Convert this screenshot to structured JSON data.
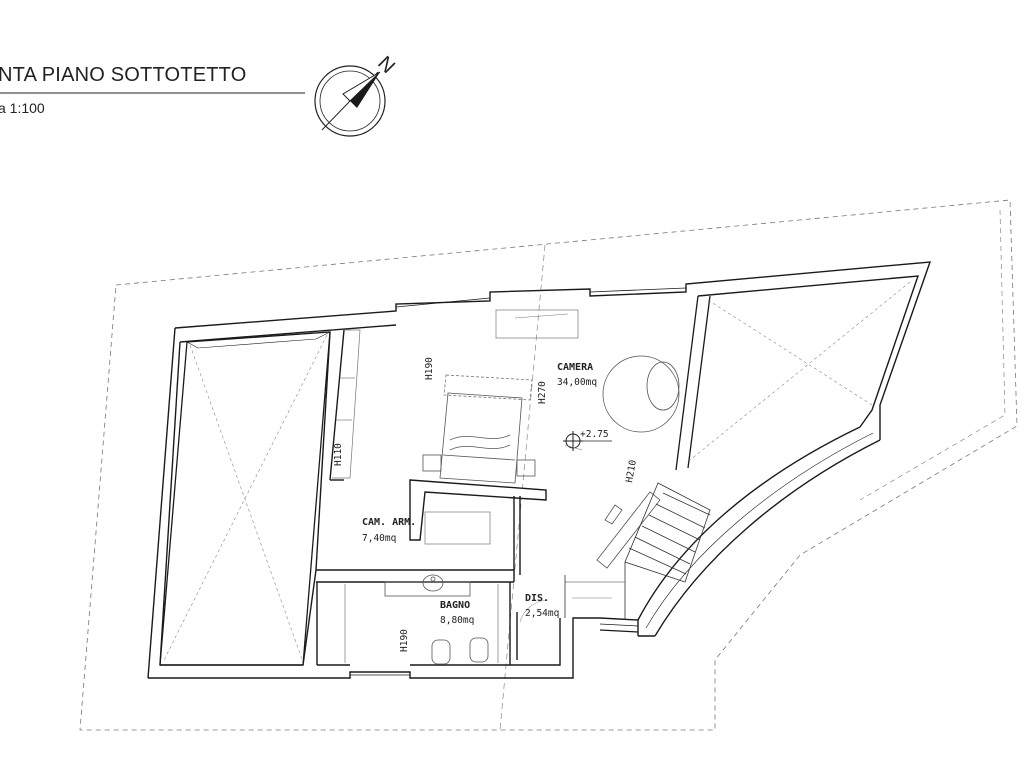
{
  "header": {
    "title": "NTA PIANO SOTTOTETTO",
    "scale": "a 1:100",
    "north_label": "N"
  },
  "rooms": {
    "camera": {
      "name": "CAMERA",
      "area": "34,00mq"
    },
    "cam_arm": {
      "name": "CAM. ARM.",
      "area": "7,40mq"
    },
    "bagno": {
      "name": "BAGNO",
      "area": "8,80mq"
    },
    "dis": {
      "name": "DIS.",
      "area": "2,54mq"
    }
  },
  "heights": {
    "h190_top": "H190",
    "h270": "H270",
    "h110": "H110",
    "h210": "H210",
    "h190_bath": "H190"
  },
  "level_mark": "+2.75",
  "colors": {
    "line": "#1a1a1a",
    "thin": "#555555",
    "dash": "#888888"
  }
}
